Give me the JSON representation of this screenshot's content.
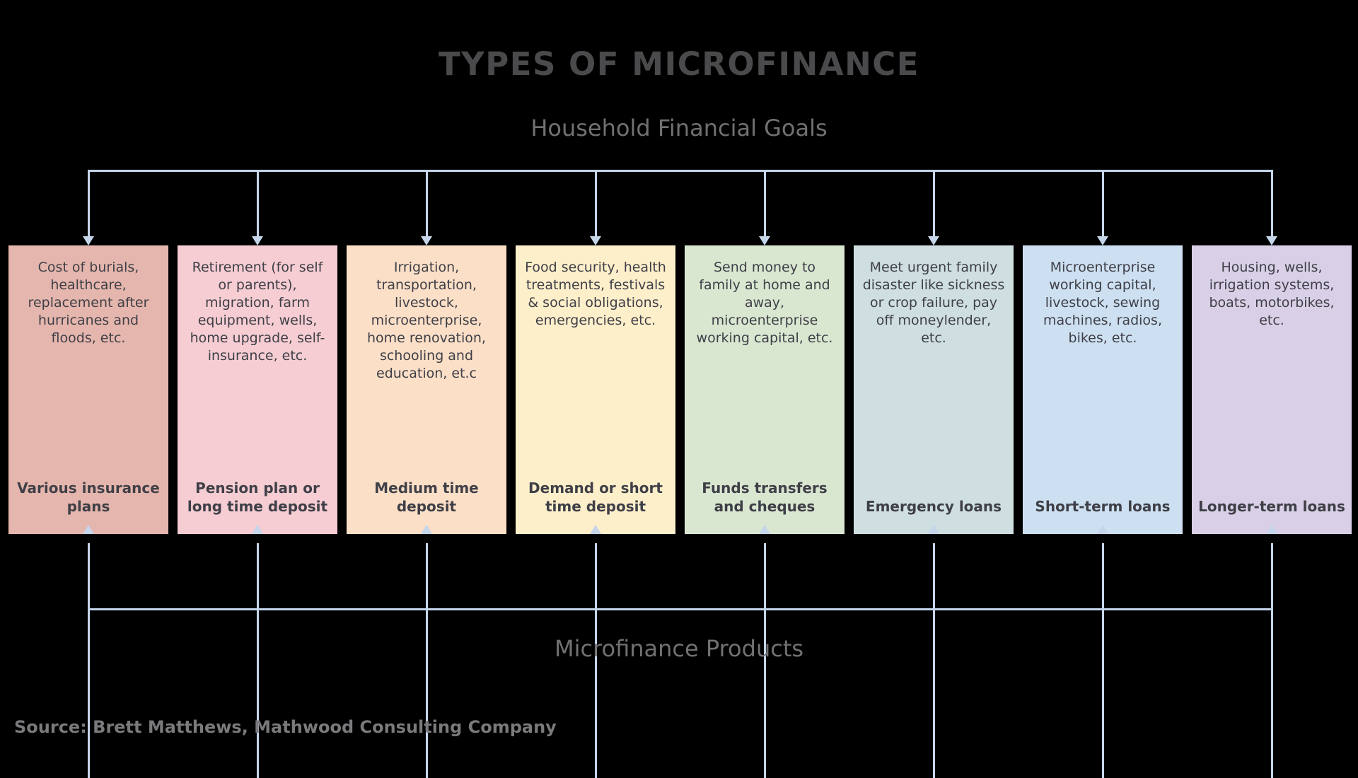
{
  "title": "TYPES OF MICROFINANCE",
  "top_label": "Household Financial Goals",
  "bottom_label": "Microfinance Products",
  "source": "Source: Brett Matthews, Mathwood Consulting Company",
  "colors": {
    "background": "#000000",
    "connector": "#c5d5ea",
    "title": "#4a4a4d",
    "subtitle": "#717174",
    "box_text": "#3f3f47",
    "source": "#7a7a7d"
  },
  "columns": [
    {
      "goal": "Cost of burials, healthcare, replacement after hurricanes and floods, etc.",
      "product": "Various insurance plans",
      "color": "#e5b6ad"
    },
    {
      "goal": "Retirement (for self or parents), migration, farm equipment, wells, home upgrade, self-insurance, etc.",
      "product": "Pension plan or long time deposit",
      "color": "#f5cdd3"
    },
    {
      "goal": "Irrigation, transportation, livestock, microenterprise, home renovation, schooling and education, et.c",
      "product": "Medium time deposit",
      "color": "#fbdfc7"
    },
    {
      "goal": "Food security, health treatments, festivals & social obligations, emergencies, etc.",
      "product": "Demand or short time deposit",
      "color": "#feefcb"
    },
    {
      "goal": "Send money to family at home and away, microenterprise working capital, etc.",
      "product": "Funds transfers and cheques",
      "color": "#d9e7d1"
    },
    {
      "goal": "Meet urgent family disaster like sickness or crop failure, pay off moneylender, etc.",
      "product": "Emergency loans",
      "color": "#cfdfe1"
    },
    {
      "goal": "Microenterprise working capital, livestock, sewing machines, radios, bikes, etc.",
      "product": "Short-term loans",
      "color": "#cde0f1"
    },
    {
      "goal": "Housing, wells, irrigation systems, boats, motorbikes, etc.",
      "product": "Longer-term loans",
      "color": "#d9d0e7"
    }
  ]
}
